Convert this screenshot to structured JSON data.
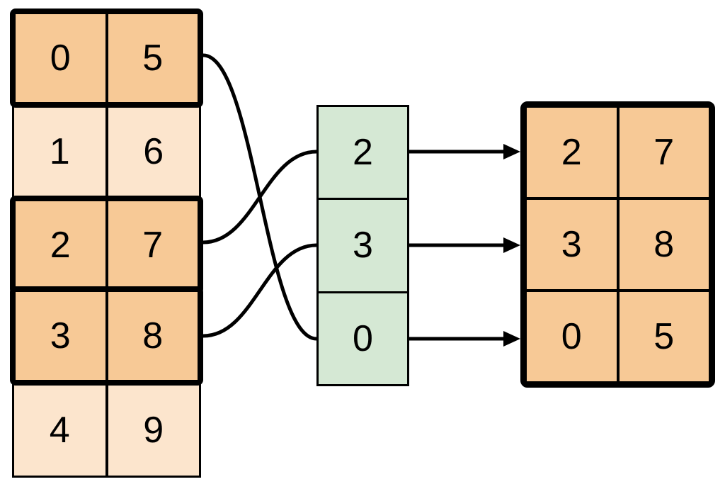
{
  "colors": {
    "background": "#FFFFFF",
    "highlight_fill": "#F7C996",
    "muted_fill": "#FCE5CD",
    "index_fill": "#D5E8D4",
    "border": "#000000"
  },
  "source_table": {
    "rows": [
      {
        "cells": [
          "0",
          "5"
        ],
        "highlighted": true
      },
      {
        "cells": [
          "1",
          "6"
        ],
        "highlighted": false
      },
      {
        "cells": [
          "2",
          "7"
        ],
        "highlighted": true
      },
      {
        "cells": [
          "3",
          "8"
        ],
        "highlighted": true
      },
      {
        "cells": [
          "4",
          "9"
        ],
        "highlighted": false
      }
    ]
  },
  "index_column": {
    "cells": [
      "2",
      "3",
      "0"
    ]
  },
  "result_table": {
    "rows": [
      {
        "cells": [
          "2",
          "7"
        ]
      },
      {
        "cells": [
          "3",
          "8"
        ]
      },
      {
        "cells": [
          "0",
          "5"
        ]
      }
    ]
  },
  "connectors": {
    "curves": [
      {
        "from_source_row": 0,
        "to_index_pos": 2
      },
      {
        "from_source_row": 2,
        "to_index_pos": 0
      },
      {
        "from_source_row": 3,
        "to_index_pos": 1
      }
    ],
    "arrows": [
      {
        "from_index_pos": 0,
        "to_result_row": 0
      },
      {
        "from_index_pos": 1,
        "to_result_row": 1
      },
      {
        "from_index_pos": 2,
        "to_result_row": 2
      }
    ]
  }
}
